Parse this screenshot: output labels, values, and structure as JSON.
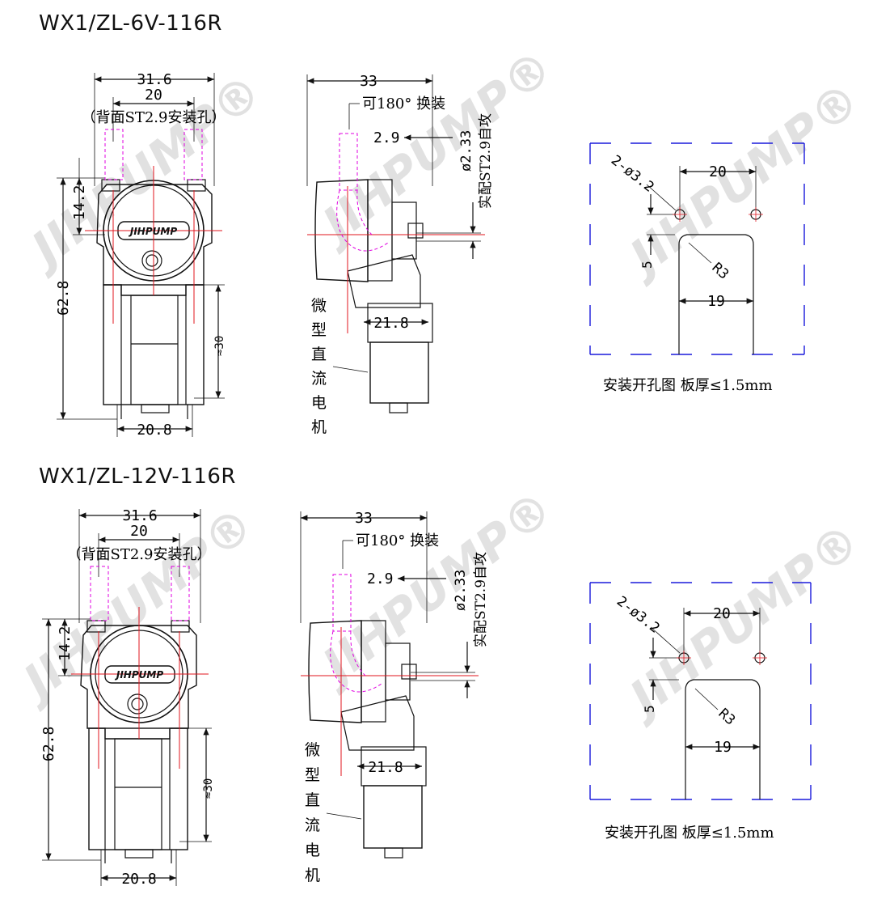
{
  "sections": [
    {
      "title": "WX1/ZL-6V-116R",
      "front": {
        "dim_top": "31.6",
        "dim_mid": "20",
        "back_note": "（背面ST2.9安装孔）",
        "dim_left_a": "14.2",
        "dim_left_b": "62.8",
        "dim_right": "≈30",
        "dim_bottom": "20.8",
        "logo": "JIHPUMP"
      },
      "side": {
        "dim_top": "33",
        "rotate_note": "可180°  换装",
        "dim_screw": "2.9",
        "dim_shaft": "ø2.33",
        "self_tap": "实配ST2.9自攻",
        "dim_motor": "21.8",
        "motor_label": [
          "微",
          "型",
          "直",
          "流",
          "电",
          "机"
        ]
      },
      "cutout": {
        "holes": "2-ø3.2",
        "dim_pitch": "20",
        "dim_offset": "5",
        "radius": "R3",
        "dim_width": "19",
        "caption": "安装开孔图   板厚≤1.5mm"
      },
      "watermark": "JIHPUMP®"
    },
    {
      "title": "WX1/ZL-12V-116R",
      "front": {
        "dim_top": "31.6",
        "dim_mid": "20",
        "back_note": "（背面ST2.9安装孔）",
        "dim_left_a": "14.2",
        "dim_left_b": "62.8",
        "dim_right": "≈30",
        "dim_bottom": "20.8",
        "logo": "JIHPUMP"
      },
      "side": {
        "dim_top": "33",
        "rotate_note": "可180°  换装",
        "dim_screw": "2.9",
        "dim_shaft": "ø2.33",
        "self_tap": "实配ST2.9自攻",
        "dim_motor": "21.8",
        "motor_label": [
          "微",
          "型",
          "直",
          "流",
          "电",
          "机"
        ]
      },
      "cutout": {
        "holes": "2-ø3.2",
        "dim_pitch": "20",
        "dim_offset": "5",
        "radius": "R3",
        "dim_width": "19",
        "caption": "安装开孔图   板厚≤1.5mm"
      },
      "watermark": "JIHPUMP®"
    }
  ],
  "colors": {
    "line": "#111111",
    "center_line": "#e0141e",
    "hidden_line": "#e000e0",
    "dash_frame": "#1a1adc",
    "watermark": "#dcdcdc"
  }
}
